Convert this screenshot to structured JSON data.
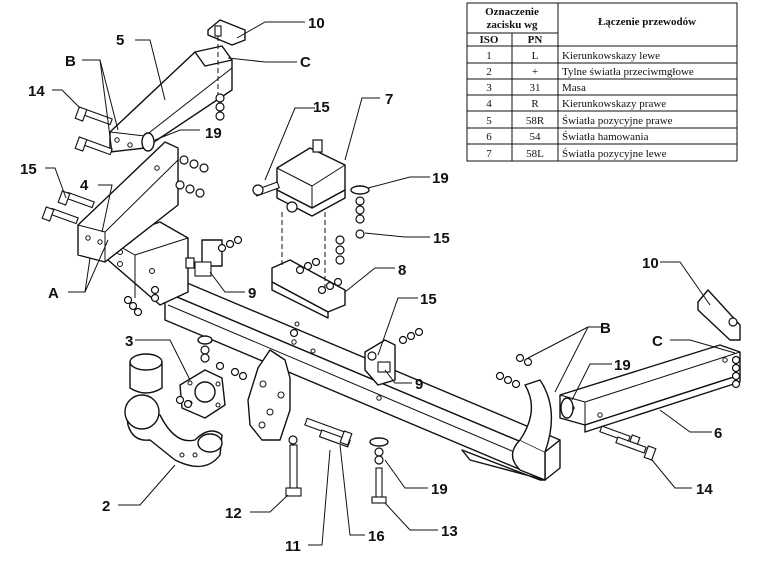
{
  "table": {
    "header_left_line1": "Oznaczenie",
    "header_left_line2": "zacisku wg",
    "header_right": "Łączenie przewodów",
    "col_iso": "ISO",
    "col_pn": "PN",
    "rows": [
      {
        "iso": "1",
        "pn": "L",
        "desc": "Kierunkowskazy lewe"
      },
      {
        "iso": "2",
        "pn": "+",
        "desc": "Tylne światła przeciwmgłowe"
      },
      {
        "iso": "3",
        "pn": "31",
        "desc": "Masa"
      },
      {
        "iso": "4",
        "pn": "R",
        "desc": "Kierunkowskazy prawe"
      },
      {
        "iso": "5",
        "pn": "58R",
        "desc": "Światła pozycyjne prawe"
      },
      {
        "iso": "6",
        "pn": "54",
        "desc": "Światła hamowania"
      },
      {
        "iso": "7",
        "pn": "58L",
        "desc": "Światła pozycyjne lewe"
      }
    ]
  },
  "labels": {
    "l10a": "10",
    "l5": "5",
    "lB1": "B",
    "lC1": "C",
    "l14a": "14",
    "l19a": "19",
    "l15a": "15",
    "l4": "4",
    "l7": "7",
    "l15b": "15",
    "l19b": "19",
    "l15c": "15",
    "l8": "8",
    "lA": "A",
    "l9a": "9",
    "l3": "3",
    "l15d": "15",
    "l9b": "9",
    "lB2": "B",
    "lC2": "C",
    "l10b": "10",
    "l19c": "19",
    "l6": "6",
    "l2": "2",
    "l12": "12",
    "l11": "11",
    "l16": "16",
    "l19d": "19",
    "l13": "13",
    "l14b": "14"
  }
}
